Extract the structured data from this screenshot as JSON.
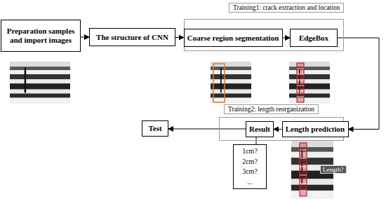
{
  "diagram": {
    "nodes": [
      {
        "text": [
          "Preparation samples and import images"
        ]
      },
      {
        "text": [
          "The structure of CNN"
        ]
      },
      {
        "text": [
          "Training1: crack extraction and location"
        ]
      },
      {
        "text": [
          "Coarse region segmentation"
        ],
        "in": 2
      },
      {
        "text": [
          "EdgeBox"
        ],
        "in": 2
      },
      {
        "text": [
          "Training2: length reorganization"
        ]
      },
      {
        "text": [
          "Result"
        ],
        "in": 5
      },
      {
        "text": [
          "Length prediction"
        ],
        "in": 5
      },
      {
        "text": [
          "Test"
        ]
      },
      {
        "text": [
          "1cm?",
          "2cm?",
          "3cm?",
          "..."
        ]
      }
    ],
    "edges": [
      {
        "from": 0,
        "to": 1,
        "arrow": "to"
      },
      {
        "from": 1,
        "to": 3,
        "arrow": "to"
      },
      {
        "from": 3,
        "to": 4,
        "arrow": "to"
      },
      {
        "from": 4,
        "to": 7,
        "arrow": "to"
      },
      {
        "from": 7,
        "to": 6,
        "arrow": "to"
      },
      {
        "from": 6,
        "to": 8,
        "arrow": "to"
      },
      {
        "from": 6,
        "to": 9,
        "arrow": "none"
      }
    ],
    "labels": [
      "Length?"
    ]
  }
}
